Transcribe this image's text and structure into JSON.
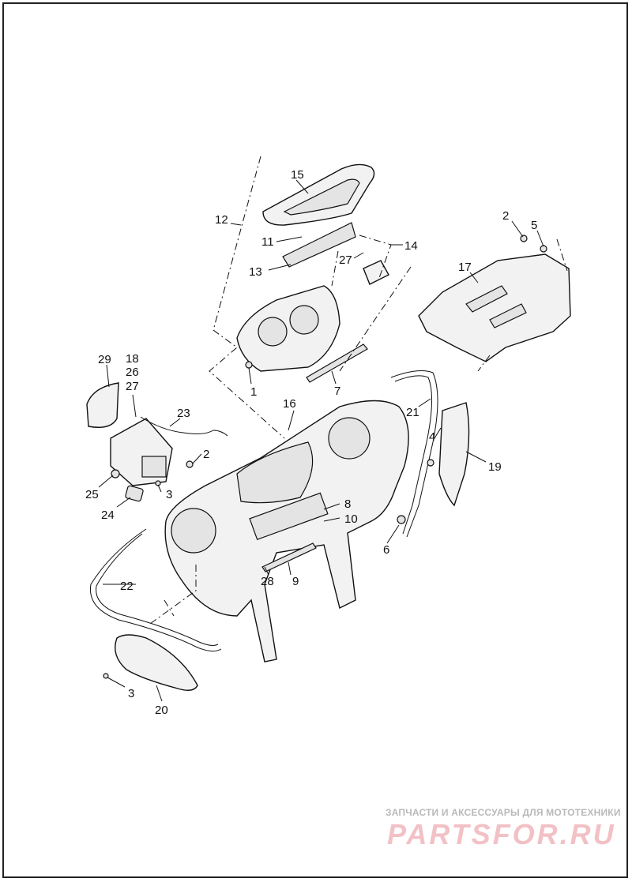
{
  "diagram": {
    "callouts": [
      "15",
      "12",
      "11",
      "13",
      "27",
      "14",
      "2",
      "5",
      "17",
      "1",
      "7",
      "29",
      "18",
      "26",
      "27",
      "23",
      "2",
      "25",
      "3",
      "24",
      "16",
      "21",
      "4",
      "19",
      "8",
      "10",
      "6",
      "28",
      "9",
      "22",
      "3",
      "20"
    ]
  },
  "watermark": {
    "caption": "ЗАПЧАСТИ И АКСЕССУАРЫ ДЛЯ МОТОТЕХНИКИ",
    "logo": "PARTSFOR.RU",
    "color": "#f2c1c6"
  }
}
